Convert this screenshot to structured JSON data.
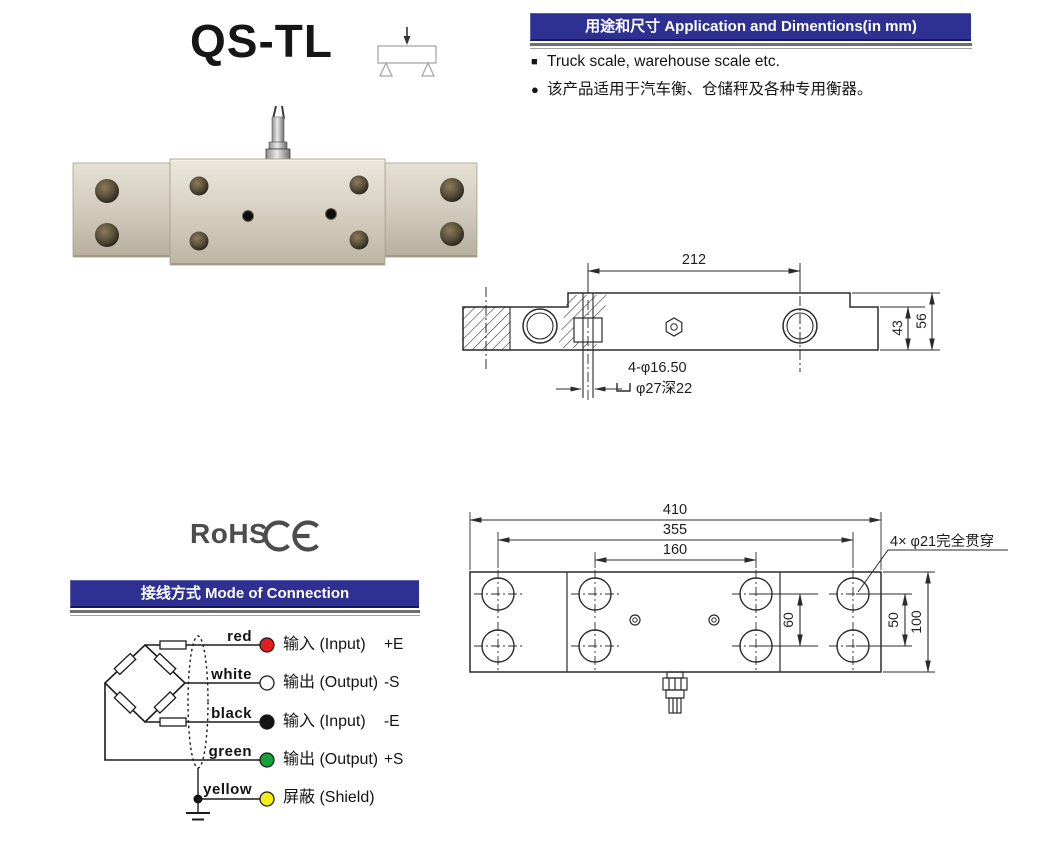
{
  "product": {
    "model": "QS-TL"
  },
  "application": {
    "title": "用途和尺寸 Application and Dimentions(in mm)",
    "items": [
      {
        "marker": "■",
        "text": "Truck scale, warehouse scale etc."
      },
      {
        "marker": "●",
        "text": "该产品适用于汽车衡、仓储秤及各种专用衡器。"
      }
    ]
  },
  "certifications": {
    "rohs": "RoHS",
    "ce": "CE"
  },
  "connection": {
    "title": "接线方式 Mode of Connection",
    "wires": [
      {
        "name": "red",
        "label": "输入 (Input)",
        "signal": "+E",
        "color": "#e01e1e"
      },
      {
        "name": "white",
        "label": "输出 (Output)",
        "signal": "-S",
        "color": "#ffffff"
      },
      {
        "name": "black",
        "label": "输入 (Input)",
        "signal": "-E",
        "color": "#141414"
      },
      {
        "name": "green",
        "label": "输出 (Output)",
        "signal": "+S",
        "color": "#18a13a"
      },
      {
        "name": "yellow",
        "label": "屏蔽 (Shield)",
        "signal": "",
        "color": "#f5ee17"
      }
    ]
  },
  "side_view": {
    "dims": {
      "length": "212",
      "inner_height": "43",
      "overall_height": "56"
    },
    "callouts": {
      "holes": "4-φ16.50",
      "counterbore": "φ27深22"
    }
  },
  "top_view": {
    "dims": {
      "overall_length": "410",
      "bolt_span": "355",
      "inner_span": "160",
      "mid_hole_spacing": "60",
      "end_hole_spacing": "50",
      "width": "100"
    },
    "callout_through_holes": "4× φ21完全贯穿"
  },
  "colors": {
    "header_bar": "#2e3192",
    "header_text": "#ffffff",
    "rule_gray": "#6f6f6f",
    "drawing_line": "#2b2b2b",
    "logo_gray": "#4c4c4c",
    "metal_body": "#d6d0c2"
  }
}
